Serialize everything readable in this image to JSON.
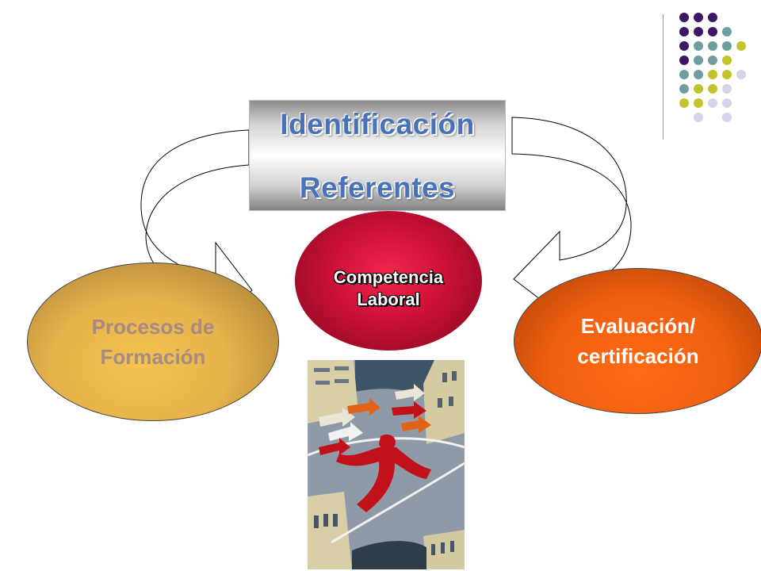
{
  "banner": {
    "line1": "Identificación",
    "line2": "Referentes"
  },
  "nodes": {
    "left": {
      "line1": "Procesos de",
      "line2": "Formación"
    },
    "center": {
      "line1": "Competencia",
      "line2": "Laboral"
    },
    "right": {
      "line1": "Evaluación/",
      "line2": "certificación"
    }
  },
  "colors": {
    "title_blue": "#4a72b8",
    "left_node": "#e6b24a",
    "center_node": "#d0123a",
    "right_node": "#f06010",
    "dot_purple": "#3b1766",
    "dot_teal": "#6f9ea0",
    "dot_olive": "#c3c42c",
    "dot_lavender": "#d4d4ec"
  },
  "icons": {
    "left_arrow": "curved-arrow-left-icon",
    "right_arrow": "curved-arrow-right-icon",
    "illustration": "runner-with-arrows-illustration",
    "decoration": "dot-grid-decoration"
  }
}
